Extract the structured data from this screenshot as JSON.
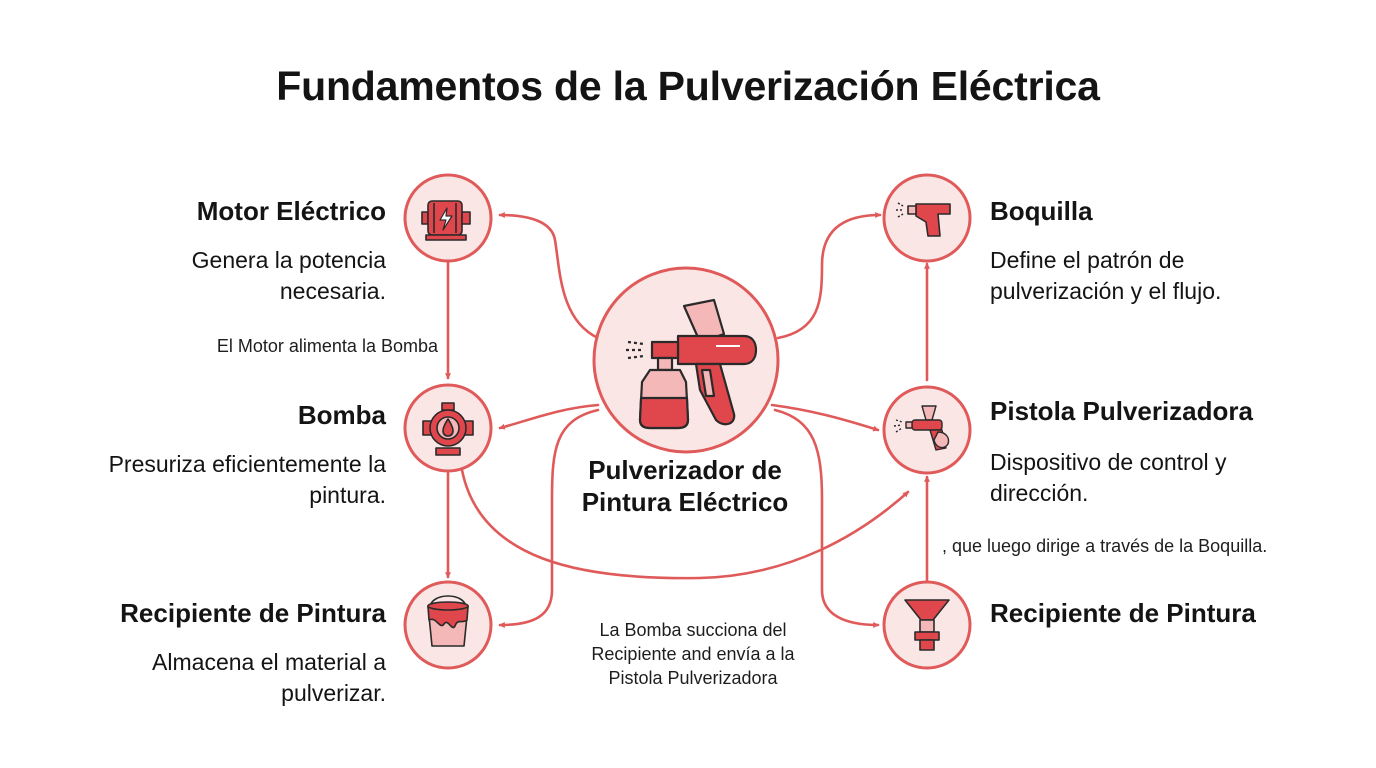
{
  "title": "Fundamentos de la Pulverización Eléctrica",
  "center": {
    "label_line1": "Pulverizador de",
    "label_line2": "Pintura Eléctrico",
    "icon": "paint-sprayer-icon"
  },
  "components": {
    "motor": {
      "title": "Motor Eléctrico",
      "desc_line1": "Genera la potencia",
      "desc_line2": "necesaria.",
      "icon": "electric-motor-icon"
    },
    "pump": {
      "title": "Bomba",
      "desc_line1": "Presuriza eficientemente la",
      "desc_line2": "pintura.",
      "icon": "pump-icon"
    },
    "container_left": {
      "title": "Recipiente de Pintura",
      "desc_line1": "Almacena el material a",
      "desc_line2": "pulverizar.",
      "icon": "paint-bucket-icon"
    },
    "nozzle": {
      "title": "Boquilla",
      "desc_line1": "Define el patrón de",
      "desc_line2": "pulverización y el flujo.",
      "icon": "nozzle-icon"
    },
    "gun": {
      "title": "Pistola Pulverizadora",
      "desc_line1": "Dispositivo de control y",
      "desc_line2": "dirección.",
      "icon": "spray-gun-icon"
    },
    "container_right": {
      "title": "Recipiente de Pintura",
      "icon": "paint-cup-icon"
    }
  },
  "notes": {
    "motor_pump": "El Motor alimenta la Bomba",
    "gun_nozzle": ", que luego dirige a través de la Boquilla.",
    "pump_gun_line1": "La Bomba succiona del",
    "pump_gun_line2": "Recipiente and envía a la",
    "pump_gun_line3": "Pistola Pulverizadora"
  },
  "colors": {
    "accent": "#e05a5a",
    "node_fill": "#fbe6e6",
    "icon_red": "#e0474c",
    "icon_light": "#f5b8b8",
    "text": "#141414"
  }
}
